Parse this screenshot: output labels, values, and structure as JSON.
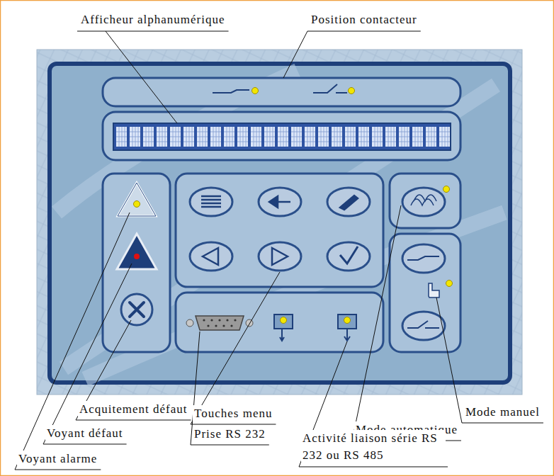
{
  "diagram": {
    "labels": [
      "Afficheur alphanumérique",
      "Position contacteur",
      "Acquitement défaut",
      "Touches menu",
      "Mode manuel",
      "Voyant défaut",
      "Prise RS 232",
      "Mode automatique",
      "Activité liaison série RS 232 ou RS 485",
      "Voyant alarme"
    ]
  }
}
